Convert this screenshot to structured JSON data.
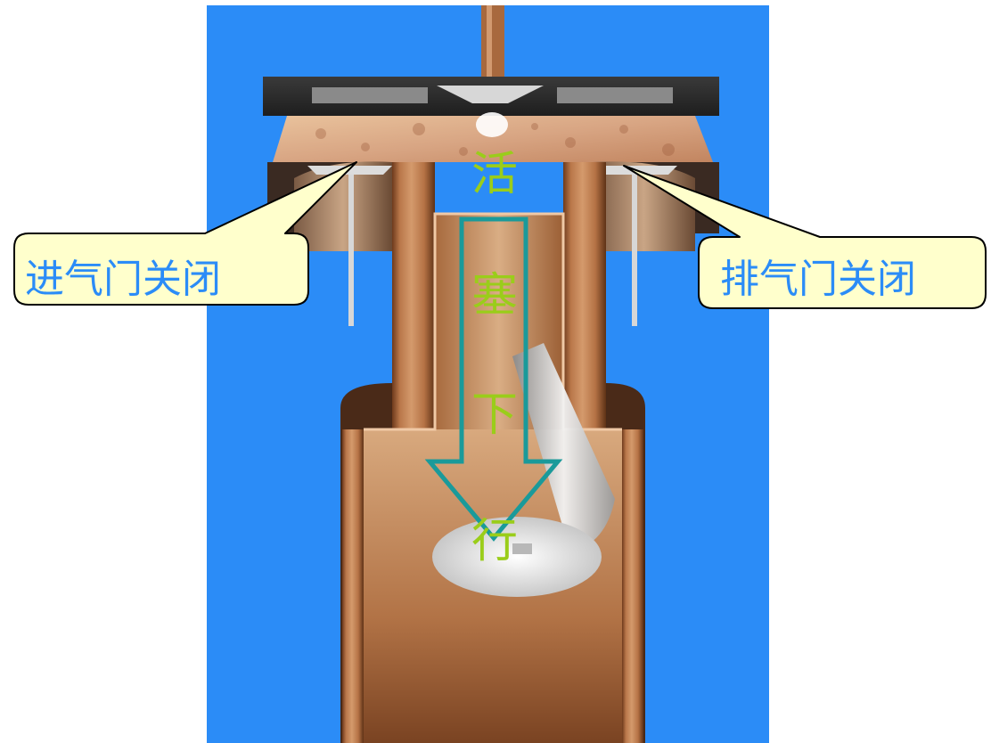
{
  "colors": {
    "background": "#2b8cf7",
    "callout_fill": "#ffffcc",
    "callout_text": "#2b8cf7",
    "arrow_stroke": "#1a9a9a",
    "vertical_text": "#9acd1a"
  },
  "callouts": {
    "intake": "进气门关闭",
    "exhaust": "排气门关闭"
  },
  "piston_label": [
    "活",
    "塞",
    "下",
    "行"
  ]
}
